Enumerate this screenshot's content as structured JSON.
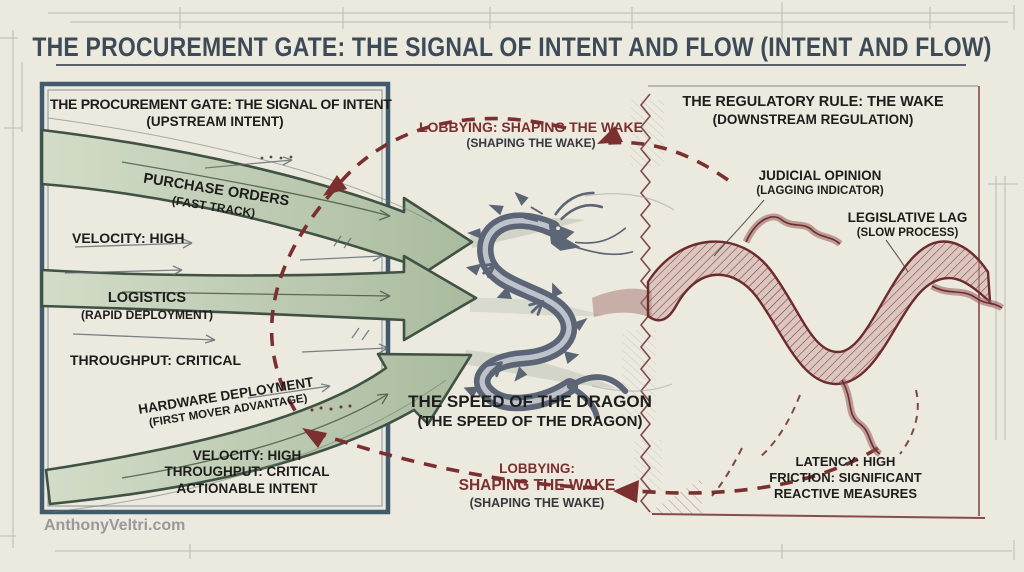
{
  "title": "THE PROCUREMENT GATE: THE SIGNAL OF INTENT AND FLOW (INTENT AND FLOW)",
  "watermark": "AnthonyVeltri.com",
  "left_panel": {
    "header": {
      "line1": "THE PROCUREMENT GATE: THE SIGNAL OF INTENT",
      "line2": "(UPSTREAM INTENT)"
    },
    "arrows": [
      {
        "label": "PURCHASE ORDERS",
        "sublabel": "(FAST TRACK)"
      },
      {
        "label": "LOGISTICS",
        "sublabel": "(RAPID DEPLOYMENT)"
      },
      {
        "label": "HARDWARE DEPLOYMENT",
        "sublabel": "(FIRST MOVER ADVANTAGE)"
      }
    ],
    "metric_velocity": "VELOCITY: HIGH",
    "metric_throughput": "THROUGHPUT: CRITICAL",
    "summary": {
      "line1": "VELOCITY: HIGH",
      "line2": "THROUGHPUT: CRITICAL",
      "line3": "ACTIONABLE INTENT"
    }
  },
  "center": {
    "lobbying_top": {
      "line1": "LOBBYING: SHAPING THE WAKE",
      "line2": "(SHAPING THE WAKE)"
    },
    "caption": {
      "line1": "THE SPEED OF THE DRAGON",
      "line2": "(THE SPEED OF THE DRAGON)"
    },
    "lobbying_bottom": {
      "line1": "LOBBYING:",
      "line2": "SHAPING THE WAKE",
      "line3": "(SHAPING THE WAKE)"
    }
  },
  "right_panel": {
    "header": {
      "line1": "THE REGULATORY RULE: THE WAKE",
      "line2": "(DOWNSTREAM REGULATION)"
    },
    "label_judicial": {
      "line1": "JUDICIAL OPINION",
      "line2": "(LAGGING INDICATOR)"
    },
    "label_legislative": {
      "line1": "LEGISLATIVE LAG",
      "line2": "(SLOW PROCESS)"
    },
    "summary": {
      "line1": "LATENCY: HIGH",
      "line2": "FRICTION: SIGNIFICANT",
      "line3": "REACTIVE MEASURES"
    }
  },
  "colors": {
    "background": "#ece9df",
    "ink_black": "#1d1d1b",
    "accent_slate": "#3c4b57",
    "panel_border_blue": "#405a6e",
    "arrow_green_fill": "#b9c6ad",
    "arrow_green_stroke": "#3f5243",
    "accent_maroon": "#7b2f2f",
    "watermark_gray": "#97999a"
  }
}
